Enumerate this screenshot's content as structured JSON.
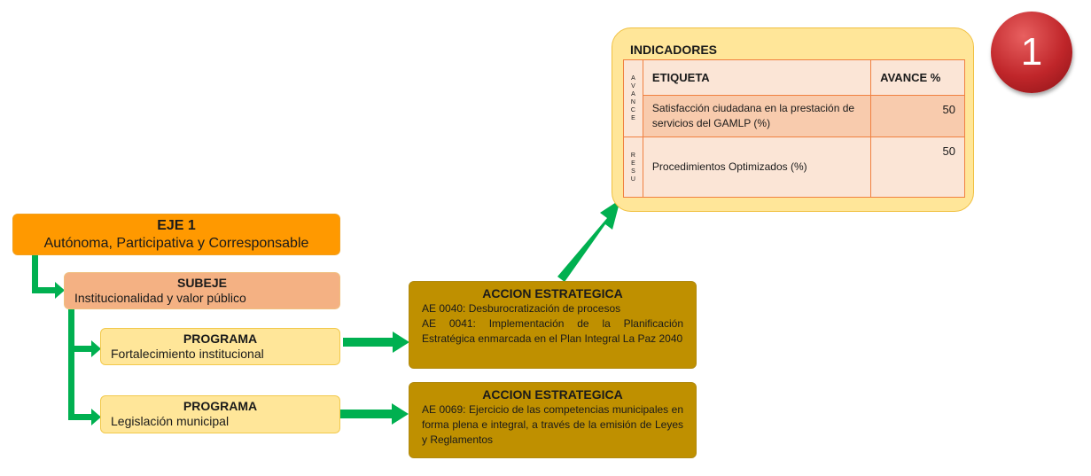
{
  "eje": {
    "title": "EJE 1",
    "subtitle": "Autónoma, Participativa y Corresponsable"
  },
  "subeje": {
    "title": "SUBEJE",
    "subtitle": "Institucionalidad y valor público"
  },
  "programas": [
    {
      "title": "PROGRAMA",
      "subtitle": "Fortalecimiento institucional"
    },
    {
      "title": "PROGRAMA",
      "subtitle": "Legislación municipal"
    }
  ],
  "acciones": [
    {
      "title": "ACCION ESTRATEGICA",
      "lines": [
        "AE 0040: Desburocratización de procesos",
        "AE 0041: Implementación de la Planificación Estratégica enmarcada en el Plan Integral La Paz 2040"
      ]
    },
    {
      "title": "ACCION ESTRATEGICA",
      "lines": [
        "AE 0069: Ejercicio de las competencias municipales en forma plena e integral, a través de la emisión de Leyes y Reglamentos"
      ]
    }
  ],
  "indicadores": {
    "title": "INDICADORES",
    "headers": {
      "etiqueta": "ETIQUETA",
      "avance": "AVANCE %"
    },
    "side_labels": [
      "AVANCE",
      "RESU"
    ],
    "rows": [
      {
        "etiqueta": "Satisfacción ciudadana en la prestación de servicios del GAMLP (%)",
        "avance": "50"
      },
      {
        "etiqueta": "Procedimientos Optimizados (%)",
        "avance": "50"
      }
    ]
  },
  "badge": "1",
  "colors": {
    "eje": "#ff9900",
    "subeje": "#f4b183",
    "programa": "#ffe699",
    "accion": "#bf9000",
    "arrow": "#00b050",
    "badge": "#c0262a"
  }
}
